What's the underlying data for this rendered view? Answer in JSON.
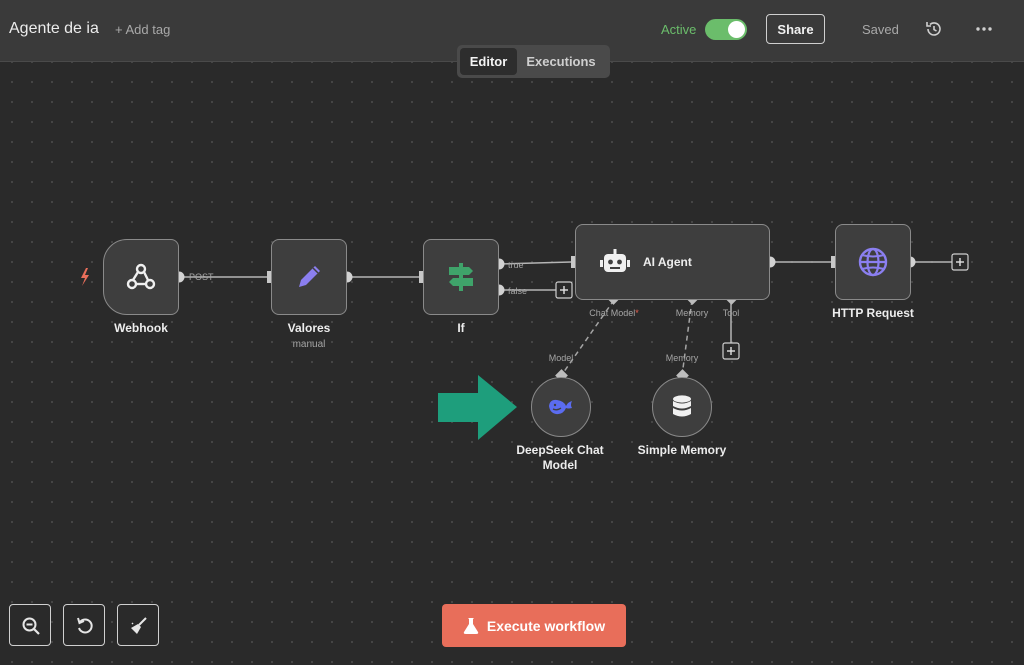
{
  "header": {
    "title": "Agente de ia",
    "add_tag": "+ Add tag",
    "active_label": "Active",
    "active": true,
    "share_label": "Share",
    "saved_label": "Saved"
  },
  "tabs": [
    {
      "label": "Editor",
      "selected": true
    },
    {
      "label": "Executions",
      "selected": false
    }
  ],
  "nodes": {
    "webhook": {
      "label": "Webhook",
      "edge_label": "POST",
      "icon": "webhook-icon"
    },
    "valores": {
      "label": "Valores",
      "sublabel": "manual",
      "icon": "pencil-icon"
    },
    "if": {
      "label": "If",
      "true_label": "true",
      "false_label": "false",
      "icon": "signpost-icon"
    },
    "ai_agent": {
      "label": "AI Agent",
      "icon": "robot-icon",
      "handles": {
        "chat_model": "Chat Model",
        "required_mark": "*",
        "memory": "Memory",
        "tool": "Tool"
      }
    },
    "http_request": {
      "label": "HTTP Request",
      "icon": "globe-icon"
    },
    "deepseek": {
      "label": "DeepSeek Chat Model",
      "handle_label": "Model",
      "icon": "deepseek-whale-icon"
    },
    "simple_memory": {
      "label": "Simple Memory",
      "handle_label": "Memory",
      "icon": "database-icon"
    }
  },
  "controls": {
    "execute_label": "Execute workflow"
  },
  "colors": {
    "accent_execute": "#e86e5a",
    "active_green": "#6bbd6b",
    "trigger_bolt": "#e86e5a",
    "arrow": "#1e9e7c",
    "icon_purple": "#8b7ff0",
    "icon_green": "#3fa36a"
  }
}
